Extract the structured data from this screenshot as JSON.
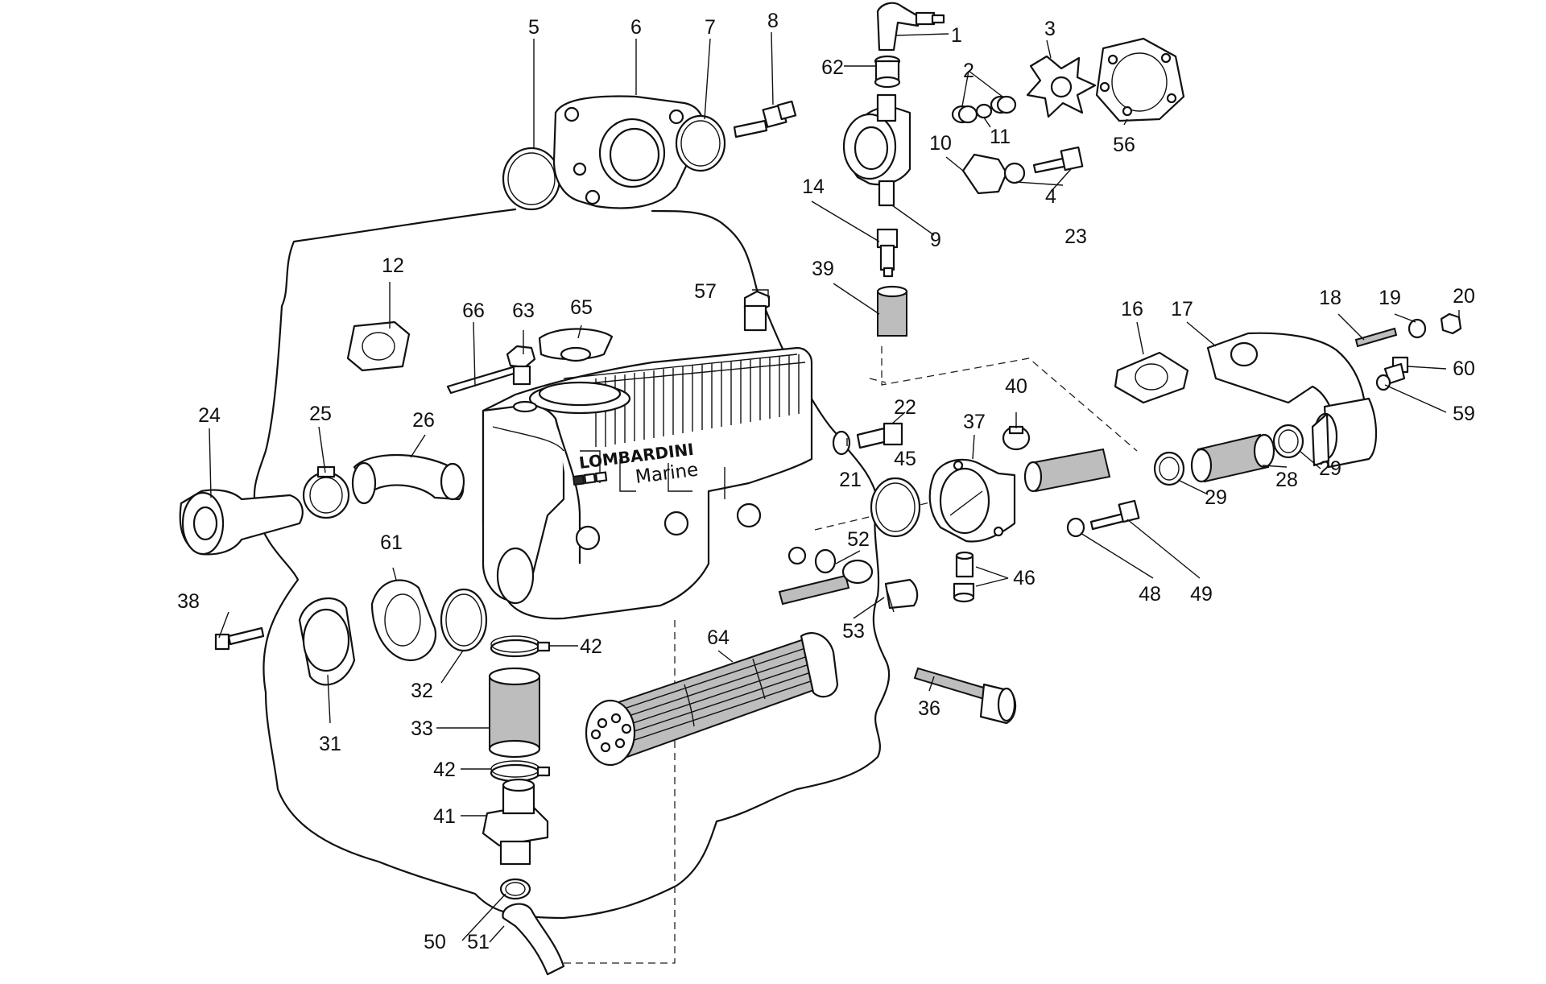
{
  "diagram": {
    "brand_name": "LOMBARDINI",
    "brand_sub": "Marine",
    "callouts": [
      "1",
      "2",
      "3",
      "4",
      "5",
      "6",
      "7",
      "8",
      "9",
      "10",
      "11",
      "12",
      "14",
      "16",
      "17",
      "18",
      "19",
      "20",
      "21",
      "22",
      "23",
      "24",
      "25",
      "26",
      "28",
      "29",
      "29",
      "31",
      "32",
      "33",
      "36",
      "37",
      "38",
      "39",
      "40",
      "41",
      "42",
      "42",
      "45",
      "46",
      "48",
      "49",
      "50",
      "51",
      "52",
      "53",
      "56",
      "57",
      "59",
      "60",
      "61",
      "62",
      "63",
      "64",
      "65",
      "66"
    ]
  }
}
